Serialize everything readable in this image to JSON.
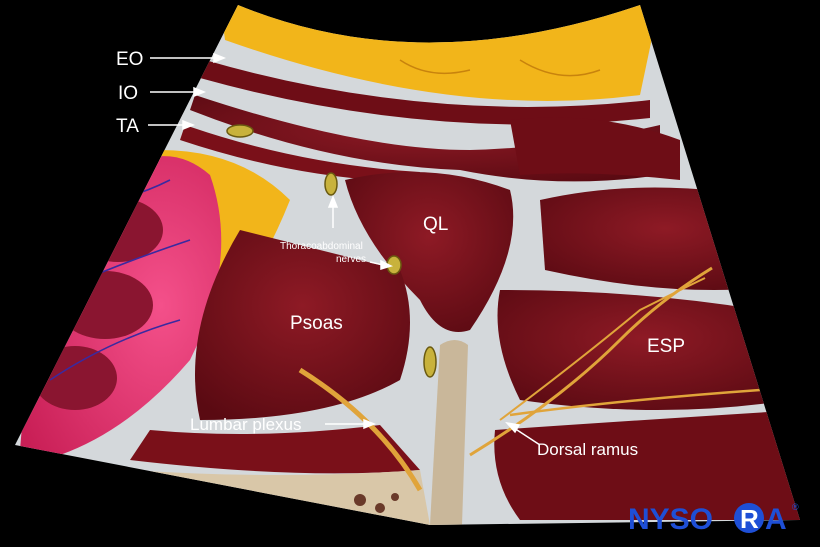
{
  "labels": {
    "eo": "EO",
    "io": "IO",
    "ta": "TA",
    "ql": "QL",
    "psoas": "Psoas",
    "esp": "ESP",
    "lumbar_plexus": "Lumbar plexus",
    "dorsal_ramus": "Dorsal ramus",
    "thoracoabdominal_line1": "Thoracoabdominal",
    "thoracoabdominal_line2": "nerves"
  },
  "brand": {
    "text_left": "NYSO",
    "text_circle": "R",
    "text_right": "A",
    "registered": "®",
    "color": "#1e4fd6"
  },
  "colors": {
    "background": "#000000",
    "muscle": "#6e0d16",
    "muscle_highlight": "#8c1a24",
    "fascia": "#d7dbde",
    "fat": "#f2b51a",
    "kidney": "#e8356e",
    "nerve": "#e0a43a",
    "bone": "#c9b79a"
  }
}
